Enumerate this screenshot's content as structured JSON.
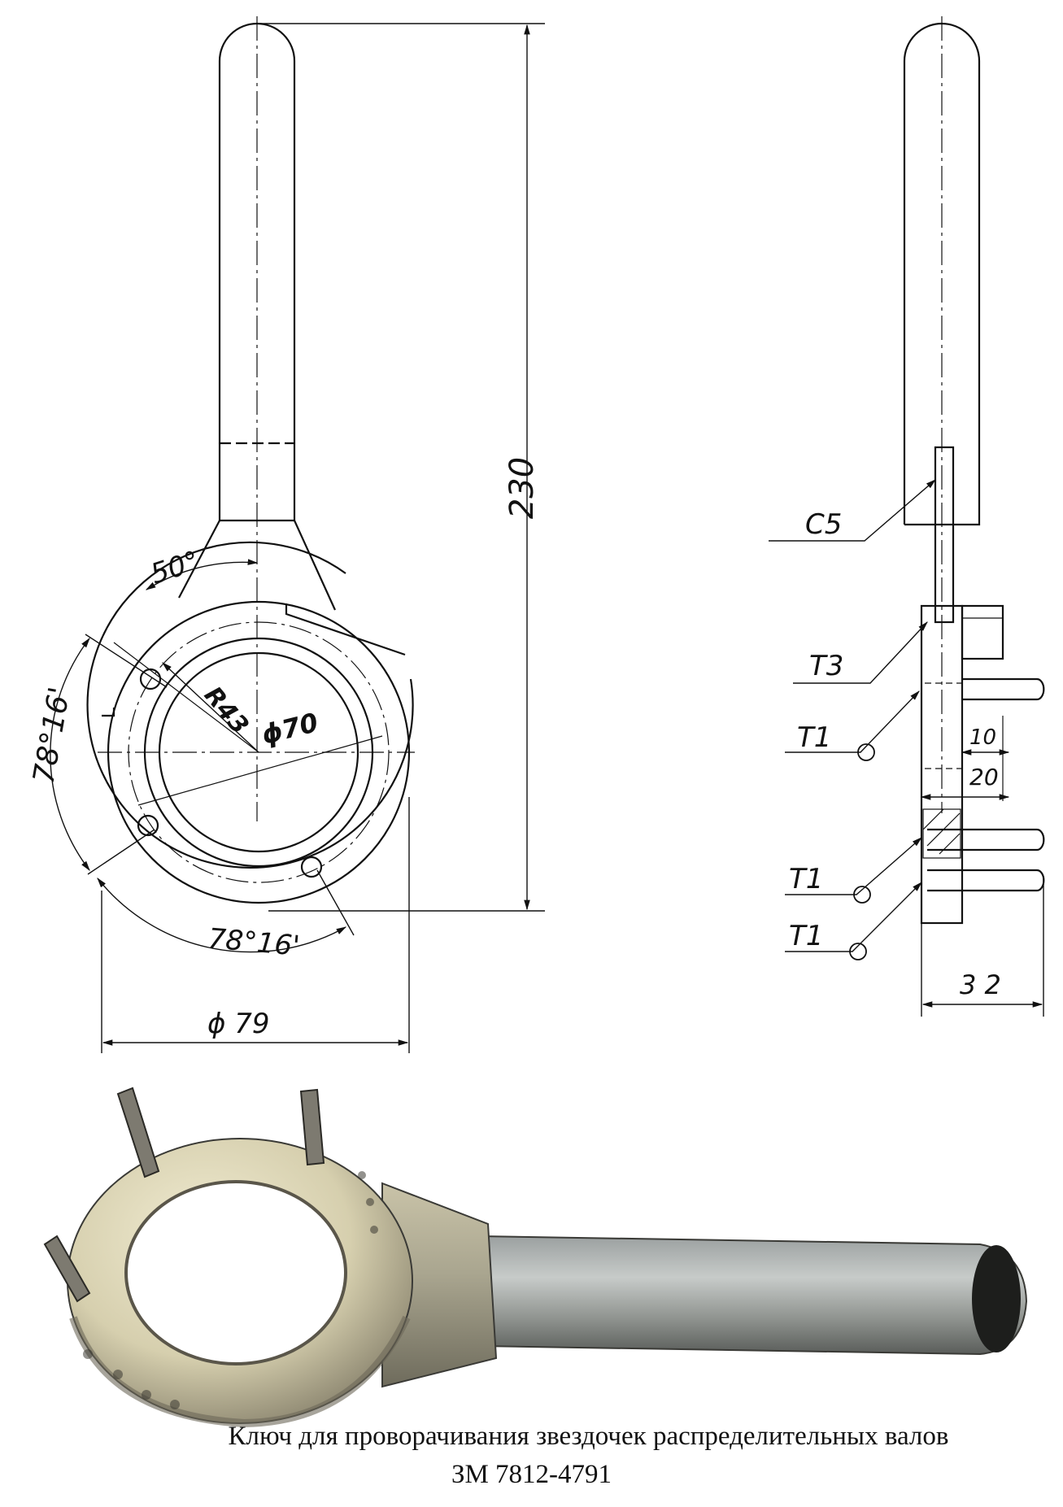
{
  "drawing": {
    "front_view": {
      "length": "230",
      "angle_top": "50°",
      "angle_left": "78°16'",
      "angle_bottom": "78°16'",
      "radius": "R43",
      "inner_diameter": "ϕ70",
      "outer_diameter": "ϕ 79"
    },
    "side_view": {
      "chamfer": "C5",
      "weld_top": "T3",
      "weld_1": "T1",
      "weld_2": "T1",
      "weld_3": "T1",
      "pin_length": "10",
      "pin_offset": "20",
      "width": "3 2"
    }
  },
  "caption": {
    "title": "Ключ для проворачивания звездочек распределительных валов",
    "code": "ЗМ 7812-4791"
  }
}
